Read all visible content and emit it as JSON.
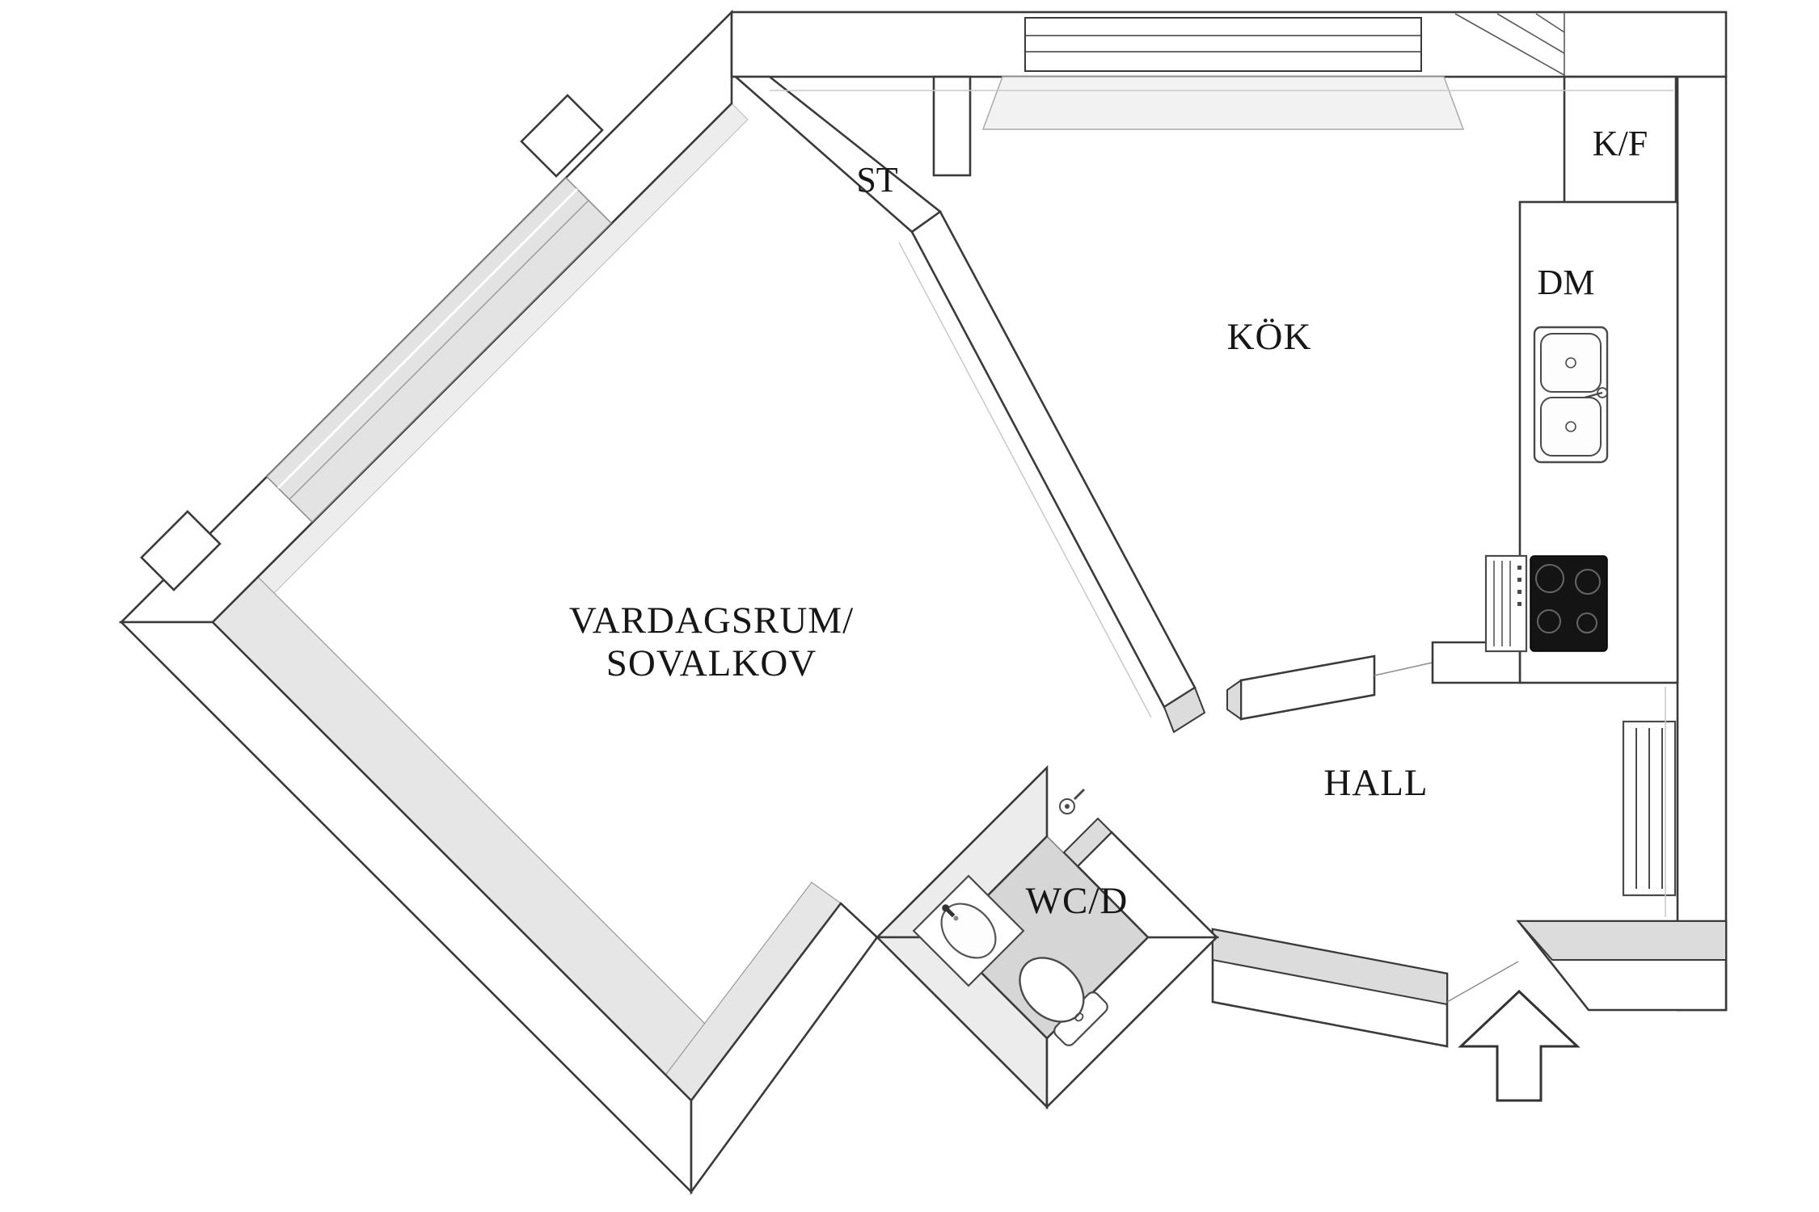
{
  "title": "Apartment floor plan",
  "colors": {
    "background": "#ffffff",
    "wall_fill": "#ffffff",
    "outline": "#3a3a3a",
    "wall_shade": "#e6e6e6",
    "wc_floor": "#d6d6d6",
    "cooktop": "#141414"
  },
  "rooms": {
    "living": {
      "line1": "VARDAGSRUM/",
      "line2": "SOVALKOV"
    },
    "kitchen": {
      "label": "KÖK"
    },
    "storage": {
      "label": "ST"
    },
    "hall": {
      "label": "HALL"
    },
    "bathroom": {
      "label": "WC/D"
    }
  },
  "appliances": {
    "fridge_freezer": {
      "label": "K/F"
    },
    "dishwasher": {
      "label": "DM"
    }
  },
  "fixtures": [
    "window",
    "double-sink",
    "cooktop",
    "oven",
    "radiator",
    "wash-basin",
    "toilet",
    "shower",
    "entrance-arrow"
  ],
  "entrance": {
    "direction": "up"
  }
}
